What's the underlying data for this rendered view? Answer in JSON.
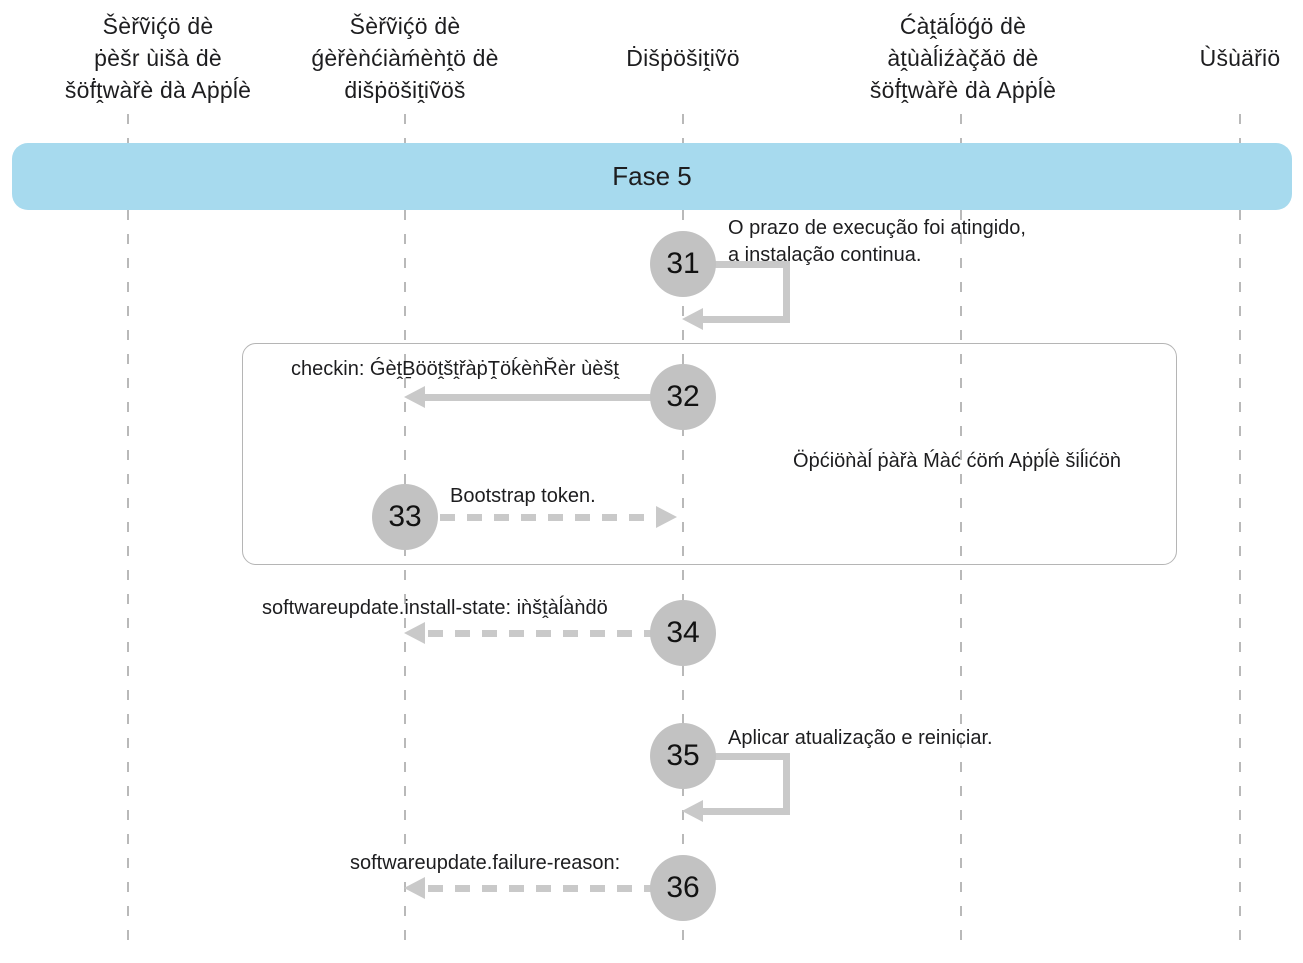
{
  "diagram": {
    "type": "sequence-diagram",
    "lanes": [
      {
        "name": "software-lookup-service",
        "lines": [
          "Šèřṽiḉö ḋè",
          "ṗèšr ùišà ḋè",
          "šöḟṱwàřè ḋà Aṗṗĺè"
        ]
      },
      {
        "name": "device-management-service",
        "lines": [
          "Šèřṽiḉö ḋè",
          "ǵèřèǹćiàḿèǹṱö ḋè",
          "ḋišṗöšiṱiṽöš"
        ]
      },
      {
        "name": "device",
        "lines": [
          "Ḋišṗöšiṱiṽö"
        ]
      },
      {
        "name": "software-update-catalog",
        "lines": [
          "Ćàṱäĺöǵö ḋè",
          "àṱùàĺiźàç̌ǎö ḋè",
          "šöḟṱwàřè ḋà Aṗṗĺè"
        ]
      },
      {
        "name": "user",
        "lines": [
          "Ùšùäřiö"
        ]
      }
    ],
    "phase": {
      "label": "Fase 5"
    },
    "group_box": {
      "caption": "Öṗćiöǹàĺ ṗàřà Ḿàć ćöḿ Aṗṗĺè šiĺićöǹ"
    },
    "steps": {
      "s31": {
        "number": "31",
        "line1": "O prazo de execução foi atingido,",
        "line2": "a instalação continua.",
        "arrow": "self-loop"
      },
      "s32": {
        "number": "32",
        "label": "checkin: ǴèṱḆööṱšṱřàṗṰöḱèǹŘèr ùèšṱ",
        "arrow": "solid-left-to-device-management-service"
      },
      "s33": {
        "number": "33",
        "label": "Bootstrap token.",
        "arrow": "dashed-right-to-device"
      },
      "s34": {
        "number": "34",
        "label": "softwareupdate.install-state: iǹšṱàĺàǹḋö",
        "arrow": "dashed-left-to-device-management-service"
      },
      "s35": {
        "number": "35",
        "label": "Aplicar atualização e reiniciar.",
        "arrow": "self-loop"
      },
      "s36": {
        "number": "36",
        "label": "softwareupdate.failure-reason:",
        "arrow": "dashed-left-to-device-management-service"
      }
    },
    "colors": {
      "banner": "#a7daee",
      "circle": "#c2c2c2",
      "arrow": "#c9c9c9",
      "lifeline": "#b9b9b9",
      "box_border": "#b5b5b5",
      "text": "#1d1d1f"
    }
  }
}
